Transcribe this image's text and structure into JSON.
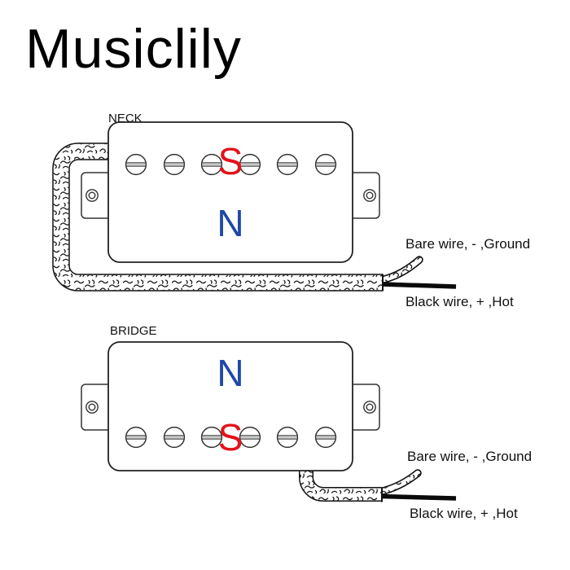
{
  "brand": "Musiclily",
  "colors": {
    "south_pole_red": "#e2131b",
    "north_pole_blue": "#1e48a8",
    "outline": "#1a1a1a"
  },
  "pickups": [
    {
      "section_label": "NECK",
      "magnet_upper": "S",
      "magnet_lower": "N",
      "pole_count": 6,
      "bare_wire_label": "Bare wire, - ,Ground",
      "black_wire_label": "Black wire, + ,Hot"
    },
    {
      "section_label": "BRIDGE",
      "magnet_upper": "N",
      "magnet_lower": "S",
      "pole_count": 6,
      "bare_wire_label": "Bare wire, - ,Ground",
      "black_wire_label": "Black wire, + ,Hot"
    }
  ]
}
